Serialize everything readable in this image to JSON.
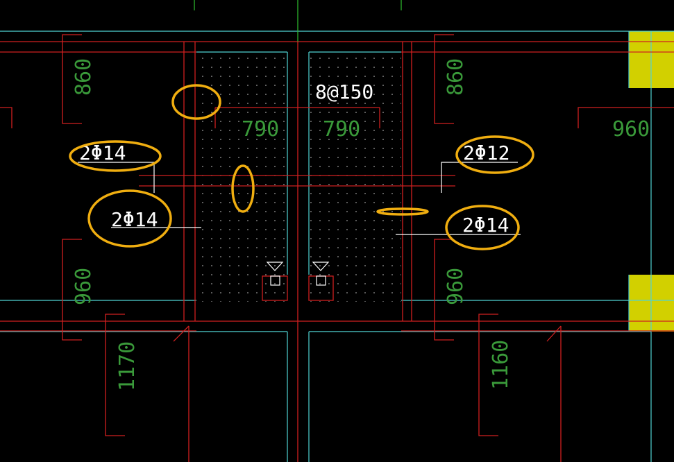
{
  "drawing": {
    "colors": {
      "background": "#000000",
      "wall_line": "#d02020",
      "slab_edge": "#4fd4d4",
      "column_fill": "#d2d000",
      "dimension_text": "#3a9a3a",
      "annotation_text": "#ffffff",
      "highlight_ellipse": "#f0ae10"
    },
    "dimensions": {
      "left_top": "860",
      "right_top": "860",
      "stair_left": "790",
      "stair_right": "790",
      "far_right": "960",
      "left_mid": "960",
      "right_mid": "960",
      "left_bottom": "1170",
      "right_bottom": "1160"
    },
    "labels": {
      "stirrup": "8@150",
      "rebar_left_upper": "2Φ14",
      "rebar_left_lower": "2Φ14",
      "rebar_right_upper": "2Φ12",
      "rebar_right_lower": "2Φ14"
    }
  }
}
